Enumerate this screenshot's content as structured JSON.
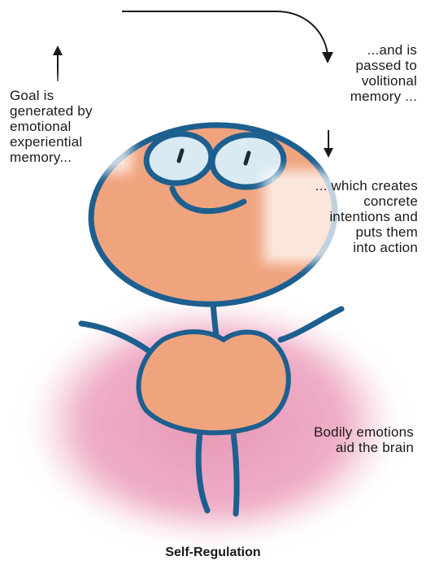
{
  "labels": {
    "goal": "Goal is\ngenerated by\nemotional\nexperiential\nmemory...",
    "passed": "...and is\npassed to\nvolitional\nmemory ...",
    "creates": "... which creates\nconcrete\nintentions and\nputs them\ninto action",
    "bodily": "Bodily emotions\naid the brain"
  },
  "caption": "Self-Regulation",
  "colors": {
    "skin": "#f0a47e",
    "outline": "#1d5f8f",
    "aura": "#e693b2",
    "eye_white": "#d9eaf3",
    "arrow": "#1a1a1a"
  }
}
